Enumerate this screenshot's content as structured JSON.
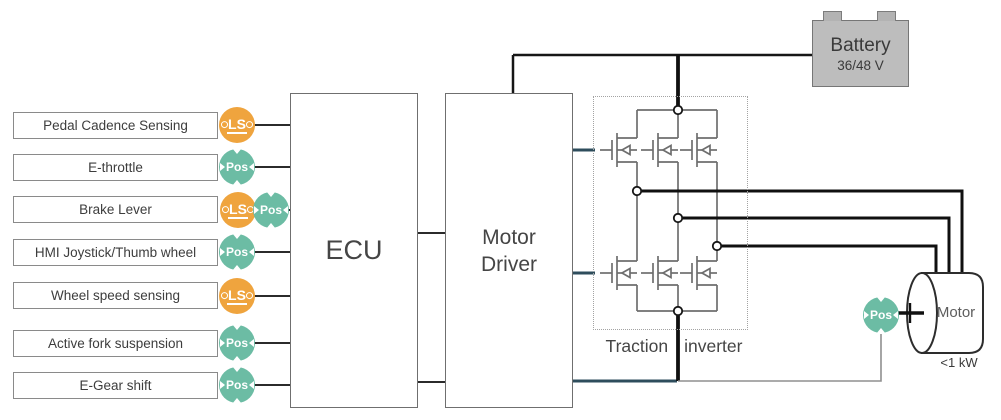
{
  "palette": {
    "orange": "#EFA43E",
    "teal": "#6CBCA4",
    "navy": "#2E4D5C",
    "wire": "#6e6e6e",
    "dark": "#3d3d3d"
  },
  "inputs": [
    {
      "label": "Pedal Cadence Sensing",
      "badges": [
        "LS"
      ]
    },
    {
      "label": "E-throttle",
      "badges": [
        "Pos"
      ]
    },
    {
      "label": "Brake Lever",
      "badges": [
        "LS",
        "Pos"
      ]
    },
    {
      "label": "HMI Joystick/Thumb wheel",
      "badges": [
        "Pos"
      ]
    },
    {
      "label": "Wheel speed sensing",
      "badges": [
        "LS"
      ]
    },
    {
      "label": "Active fork suspension",
      "badges": [
        "Pos"
      ]
    },
    {
      "label": "E-Gear shift",
      "badges": [
        "Pos"
      ]
    }
  ],
  "ecu": {
    "label": "ECU"
  },
  "motor_driver": {
    "label": "Motor Driver"
  },
  "battery": {
    "title": "Battery",
    "voltage": "36/48 V"
  },
  "traction_inverter": {
    "label_word1": "Traction",
    "label_word2": "inverter"
  },
  "motor": {
    "label": "Motor",
    "power_rating": "<1 kW",
    "badge": "Pos"
  }
}
